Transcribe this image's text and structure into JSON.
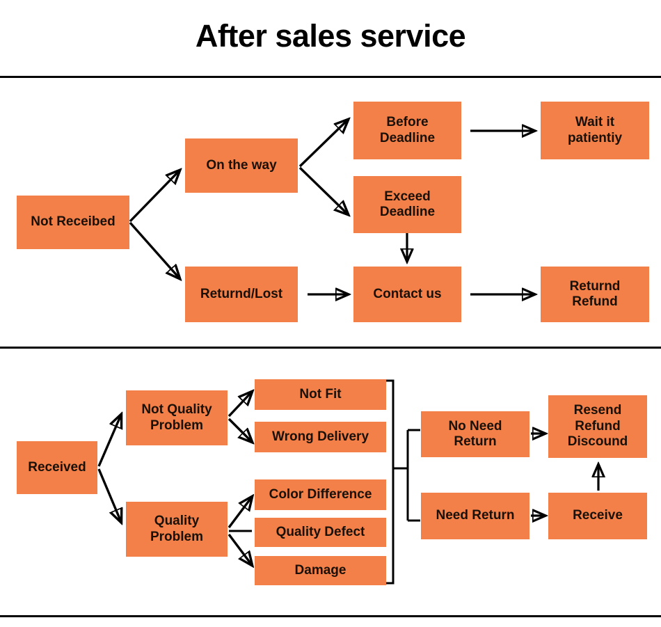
{
  "page": {
    "title": "After sales service",
    "accent_color": "#F28048",
    "text_color": "#1a1008",
    "rule_color": "#000000",
    "background": "#ffffff"
  },
  "chart_data": {
    "type": "diagram",
    "title": "After sales service",
    "subtype": "flowchart",
    "sections": [
      {
        "id": "not-received",
        "root": "Not Receibed",
        "nodes": [
          "Not Receibed",
          "On the way",
          "Returnd/Lost",
          "Before Deadline",
          "Exceed Deadline",
          "Wait it patientiy",
          "Contact us",
          "Returnd Refund"
        ],
        "edges": [
          {
            "from": "Not Receibed",
            "to": "On the way"
          },
          {
            "from": "Not Receibed",
            "to": "Returnd/Lost"
          },
          {
            "from": "On the way",
            "to": "Before Deadline"
          },
          {
            "from": "On the way",
            "to": "Exceed Deadline"
          },
          {
            "from": "Before Deadline",
            "to": "Wait it patientiy"
          },
          {
            "from": "Exceed Deadline",
            "to": "Contact us"
          },
          {
            "from": "Returnd/Lost",
            "to": "Contact us"
          },
          {
            "from": "Contact us",
            "to": "Returnd Refund"
          }
        ]
      },
      {
        "id": "received",
        "root": "Received",
        "nodes": [
          "Received",
          "Not Quality Problem",
          "Quality Problem",
          "Not Fit",
          "Wrong Delivery",
          "Color Difference",
          "Quality Defect",
          "Damage",
          "No Need Return",
          "Need Return",
          "Resend Refund Discound",
          "Receive"
        ],
        "edges": [
          {
            "from": "Received",
            "to": "Not Quality Problem"
          },
          {
            "from": "Received",
            "to": "Quality Problem"
          },
          {
            "from": "Not Quality Problem",
            "to": "Not Fit"
          },
          {
            "from": "Not Quality Problem",
            "to": "Wrong Delivery"
          },
          {
            "from": "Quality Problem",
            "to": "Color Difference"
          },
          {
            "from": "Quality Problem",
            "to": "Quality Defect"
          },
          {
            "from": "Quality Problem",
            "to": "Damage"
          },
          {
            "from": "all-issues",
            "to": "No Need Return"
          },
          {
            "from": "all-issues",
            "to": "Need Return"
          },
          {
            "from": "No Need Return",
            "to": "Resend Refund Discound"
          },
          {
            "from": "Need Return",
            "to": "Receive"
          },
          {
            "from": "Receive",
            "to": "Resend Refund Discound"
          }
        ]
      }
    ]
  },
  "section_not_received": {
    "not_received": "Not Receibed",
    "on_the_way": "On the way",
    "returnd_lost": "Returnd/Lost",
    "before_deadline": "Before\nDeadline",
    "exceed_deadline": "Exceed\nDeadline",
    "wait_it_patiently": "Wait it\npatientiy",
    "contact_us": "Contact us",
    "returnd_refund": "Returnd\nRefund"
  },
  "section_received": {
    "received": "Received",
    "not_quality_problem": "Not Quality\nProblem",
    "quality_problem": "Quality\nProblem",
    "not_fit": "Not Fit",
    "wrong_delivery": "Wrong Delivery",
    "color_difference": "Color Difference",
    "quality_defect": "Quality Defect",
    "damage": "Damage",
    "no_need_return": "No Need\nReturn",
    "need_return": "Need Return",
    "resend_refund_discound": "Resend\nRefund\nDiscound",
    "receive": "Receive"
  }
}
